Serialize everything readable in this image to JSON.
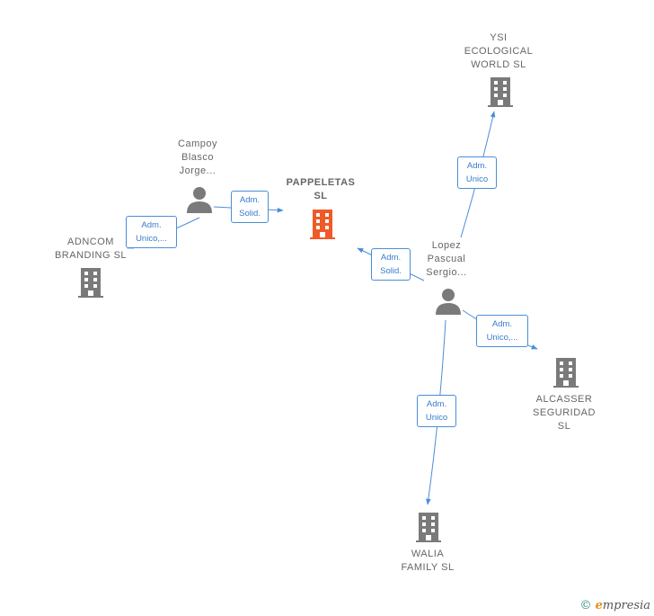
{
  "nodes": {
    "pappeletas": {
      "lines": [
        "PAPPELETAS",
        "SL"
      ],
      "icon": "building-icon",
      "color": "#f05a28"
    },
    "ysi": {
      "lines": [
        "YSI",
        "ECOLOGICAL",
        "WORLD  SL"
      ],
      "icon": "building-icon",
      "color": "#7a7a7a"
    },
    "adncom": {
      "lines": [
        "ADNCOM",
        "BRANDING  SL"
      ],
      "icon": "building-icon",
      "color": "#7a7a7a"
    },
    "alcasser": {
      "lines": [
        "ALCASSER",
        "SEGURIDAD",
        "SL"
      ],
      "icon": "building-icon",
      "color": "#7a7a7a"
    },
    "walia": {
      "lines": [
        "WALIA",
        "FAMILY  SL"
      ],
      "icon": "building-icon",
      "color": "#7a7a7a"
    },
    "campoy": {
      "lines": [
        "Campoy",
        "Blasco",
        "Jorge..."
      ],
      "icon": "person-icon",
      "color": "#7a7a7a"
    },
    "lopez": {
      "lines": [
        "Lopez",
        "Pascual",
        "Sergio..."
      ],
      "icon": "person-icon",
      "color": "#7a7a7a"
    }
  },
  "edges": [
    {
      "from": "campoy",
      "to": "pappeletas",
      "lines": [
        "Adm.",
        "Solid."
      ]
    },
    {
      "from": "campoy",
      "to": "adncom",
      "lines": [
        "Adm.",
        "Unico,..."
      ]
    },
    {
      "from": "lopez",
      "to": "pappeletas",
      "lines": [
        "Adm.",
        "Solid."
      ]
    },
    {
      "from": "lopez",
      "to": "ysi",
      "lines": [
        "Adm.",
        "Unico"
      ]
    },
    {
      "from": "lopez",
      "to": "alcasser",
      "lines": [
        "Adm.",
        "Unico,..."
      ]
    },
    {
      "from": "lopez",
      "to": "walia",
      "lines": [
        "Adm.",
        "Unico"
      ]
    }
  ],
  "colors": {
    "edge": "#4a8ed8",
    "accent": "#f05a28",
    "node": "#7a7a7a"
  },
  "footer": {
    "copyright": "©",
    "brand_initial": "e",
    "brand_rest": "mpresia"
  }
}
